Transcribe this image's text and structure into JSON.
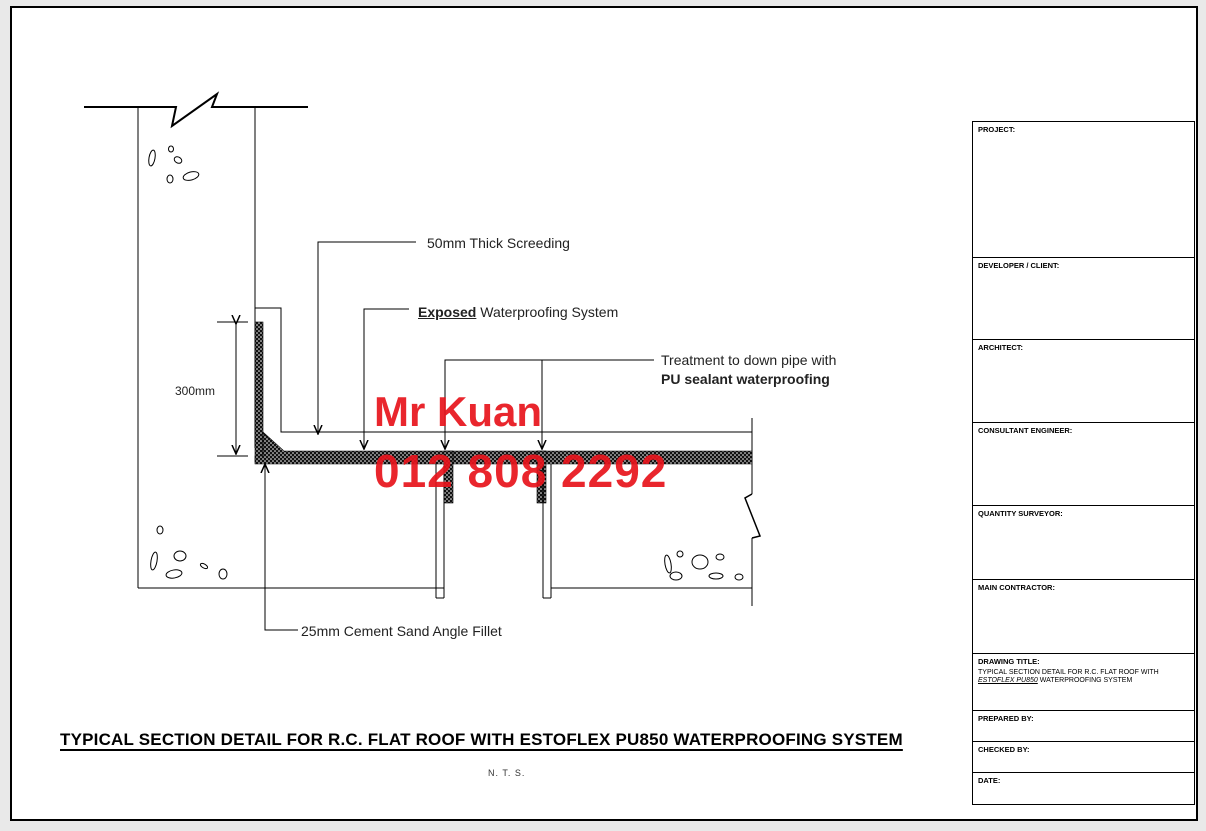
{
  "watermark": {
    "name": "Mr Kuan",
    "phone": "012 808 2292",
    "color": "#e8141c"
  },
  "labels": {
    "screeding": "50mm Thick Screeding",
    "exposed_bold": "Exposed",
    "exposed_rest": " Waterproofing System",
    "downpipe_line1": "Treatment to down pipe with",
    "downpipe_line2": "PU sealant waterproofing",
    "dimension": "300mm",
    "fillet": "25mm Cement Sand Angle Fillet"
  },
  "drawing_title": "TYPICAL SECTION DETAIL FOR R.C. FLAT ROOF WITH ESTOFLEX PU850 WATERPROOFING SYSTEM",
  "scale": "N. T. S.",
  "title_block": {
    "project": "PROJECT:",
    "developer": "DEVELOPER / CLIENT:",
    "architect": "ARCHITECT:",
    "consultant": "CONSULTANT ENGINEER:",
    "qs": "QUANTITY SURVEYOR:",
    "contractor": "MAIN CONTRACTOR:",
    "drawing_title_label": "DRAWING TITLE:",
    "drawing_title_line1": "TYPICAL SECTION DETAIL FOR R.C. FLAT ROOF WITH",
    "drawing_title_line2_em": "ESTOFLEX PU850",
    "drawing_title_line2_rest": " WATERPROOFING SYSTEM",
    "prepared": "PREPARED BY:",
    "checked": "CHECKED BY:",
    "date": "DATE:"
  }
}
